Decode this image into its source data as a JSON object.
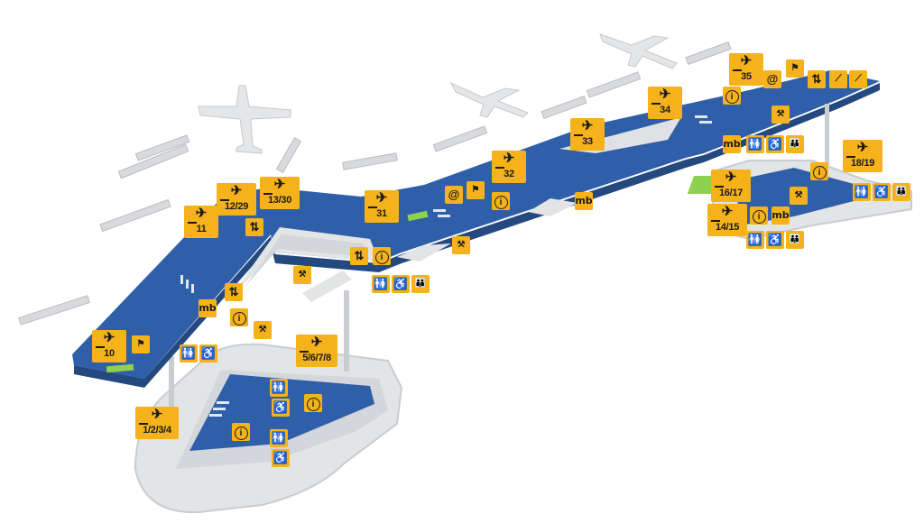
{
  "map": {
    "gates": [
      {
        "id": "g10",
        "label": "10"
      },
      {
        "id": "g11",
        "label": "11"
      },
      {
        "id": "g12",
        "label": "12/29"
      },
      {
        "id": "g13",
        "label": "13/30"
      },
      {
        "id": "g31",
        "label": "31"
      },
      {
        "id": "g32",
        "label": "32"
      },
      {
        "id": "g33",
        "label": "33"
      },
      {
        "id": "g34",
        "label": "34"
      },
      {
        "id": "g35",
        "label": "35"
      },
      {
        "id": "g5",
        "label": "5/6/7/8"
      },
      {
        "id": "g1",
        "label": "1/2/3/4"
      },
      {
        "id": "g16",
        "label": "16/17"
      },
      {
        "id": "g14",
        "label": "14/15"
      },
      {
        "id": "g18",
        "label": "18/19"
      }
    ],
    "icons": {
      "plane_glyph": "✈",
      "info_glyph": "i",
      "internet_glyph": "@",
      "wc_glyph": "🚻",
      "accessible_glyph": "♿",
      "family_glyph": "👪",
      "elevator_glyph": "⇅",
      "exchange_glyph": "mb",
      "escalator_glyph": "⟋",
      "shop_glyph": "⚒",
      "taxi_glyph": "⚑"
    },
    "colors": {
      "floor": "#2f5fa8",
      "floor_dark": "#24497f",
      "sign": "#f5b21a",
      "building": "#e2e4e6",
      "building_shade": "#c9ccd0",
      "green_area": "#8fd14f"
    }
  }
}
